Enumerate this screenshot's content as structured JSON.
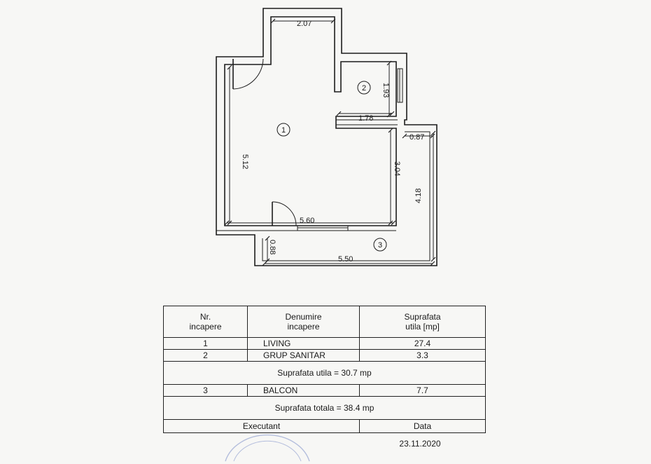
{
  "plan": {
    "dimensions": {
      "top_width": "2.07",
      "left_height": "5.12",
      "bath_height": "1.93",
      "bath_width": "1.78",
      "balcony_top": "0.87",
      "inner_height": "3.04",
      "balcony_height": "4.18",
      "living_width": "5.60",
      "balcony_small": "0.88",
      "balcony_width": "5.50"
    },
    "room_labels": {
      "room1": "1",
      "room2": "2",
      "room3": "3"
    }
  },
  "table": {
    "headers": {
      "nr": [
        "Nr.",
        "incapere"
      ],
      "name": [
        "Denumire",
        "incapere"
      ],
      "area": [
        "Suprafata",
        "utila [mp]"
      ]
    },
    "rows": [
      {
        "nr": "1",
        "name": "LIVING",
        "area": "27.4"
      },
      {
        "nr": "2",
        "name": "GRUP SANITAR",
        "area": "3.3"
      }
    ],
    "subtotal": "Suprafata utila = 30.7 mp",
    "balcony_row": {
      "nr": "3",
      "name": "BALCON",
      "area": "7.7"
    },
    "total": "Suprafata totala = 38.4 mp",
    "executant_label": "Executant",
    "date_label": "Data",
    "date_value": "23.11.2020"
  },
  "colors": {
    "ink": "#1a1a1a",
    "paper": "#f7f7f5",
    "stamp": "#7d8fc9"
  }
}
